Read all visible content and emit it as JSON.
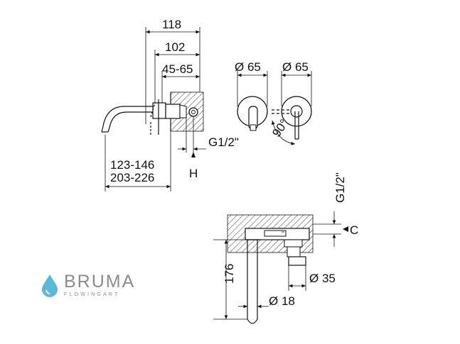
{
  "side_view": {
    "dim_top": "118",
    "dim_mid": "102",
    "dim_wall": "45-65",
    "dim_thread": "G1/2\"",
    "dim_hot": "H",
    "dim_len_a": "123-146",
    "dim_len_b": "203-226"
  },
  "front_view": {
    "dia_left": "Ø 65",
    "dia_right": "Ø 65",
    "angle": "90°"
  },
  "top_view": {
    "thread": "G1/2\"",
    "cold": "C",
    "height": "176",
    "dia_body": "Ø 35",
    "dia_spout": "Ø 18"
  },
  "brand": {
    "name": "BRUMA",
    "tagline": "FLOWINGART",
    "color": "#5bb8d6"
  }
}
